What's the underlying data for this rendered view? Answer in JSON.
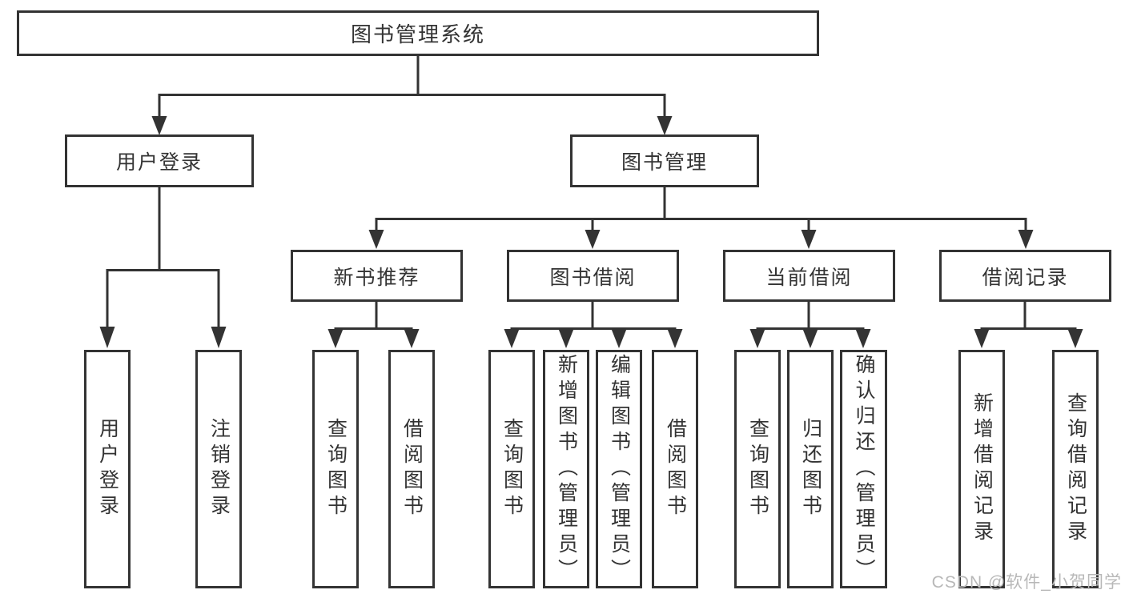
{
  "title": "图书管理系统",
  "watermark": "CSDN @软件_小贺同学",
  "colors": {
    "line": "#333333",
    "box_border": "#333333",
    "box_fill": "#ffffff",
    "text": "#333333",
    "watermark": "#b8b8b8",
    "background": "#ffffff"
  },
  "nodes": {
    "root": {
      "label": "图书管理系统"
    },
    "user_login": {
      "label": "用户登录"
    },
    "book_mgmt": {
      "label": "图书管理"
    },
    "new_book_rec": {
      "label": "新书推荐"
    },
    "book_borrow": {
      "label": "图书借阅"
    },
    "current_borrow": {
      "label": "当前借阅"
    },
    "borrow_records": {
      "label": "借阅记录"
    },
    "leaf_user_login": {
      "label": "用户登录"
    },
    "leaf_logout": {
      "label": "注销登录"
    },
    "rec_query": {
      "label": "查询图书"
    },
    "rec_borrow": {
      "label": "借阅图书"
    },
    "bb_query": {
      "label": "查询图书"
    },
    "bb_add": {
      "label": "新增图书（管理员）"
    },
    "bb_edit": {
      "label": "编辑图书（管理员）"
    },
    "bb_borrow": {
      "label": "借阅图书"
    },
    "cb_query": {
      "label": "查询图书"
    },
    "cb_return": {
      "label": "归还图书"
    },
    "cb_confirm": {
      "label": "确认归还（管理员）"
    },
    "br_add": {
      "label": "新增借阅记录"
    },
    "br_query": {
      "label": "查询借阅记录"
    }
  },
  "edges": [
    [
      "root",
      "user_login"
    ],
    [
      "root",
      "book_mgmt"
    ],
    [
      "user_login",
      "leaf_user_login"
    ],
    [
      "user_login",
      "leaf_logout"
    ],
    [
      "book_mgmt",
      "new_book_rec"
    ],
    [
      "book_mgmt",
      "book_borrow"
    ],
    [
      "book_mgmt",
      "current_borrow"
    ],
    [
      "book_mgmt",
      "borrow_records"
    ],
    [
      "new_book_rec",
      "rec_query"
    ],
    [
      "new_book_rec",
      "rec_borrow"
    ],
    [
      "book_borrow",
      "bb_query"
    ],
    [
      "book_borrow",
      "bb_add"
    ],
    [
      "book_borrow",
      "bb_edit"
    ],
    [
      "book_borrow",
      "bb_borrow"
    ],
    [
      "current_borrow",
      "cb_query"
    ],
    [
      "current_borrow",
      "cb_return"
    ],
    [
      "current_borrow",
      "cb_confirm"
    ],
    [
      "borrow_records",
      "br_add"
    ],
    [
      "borrow_records",
      "br_query"
    ]
  ]
}
